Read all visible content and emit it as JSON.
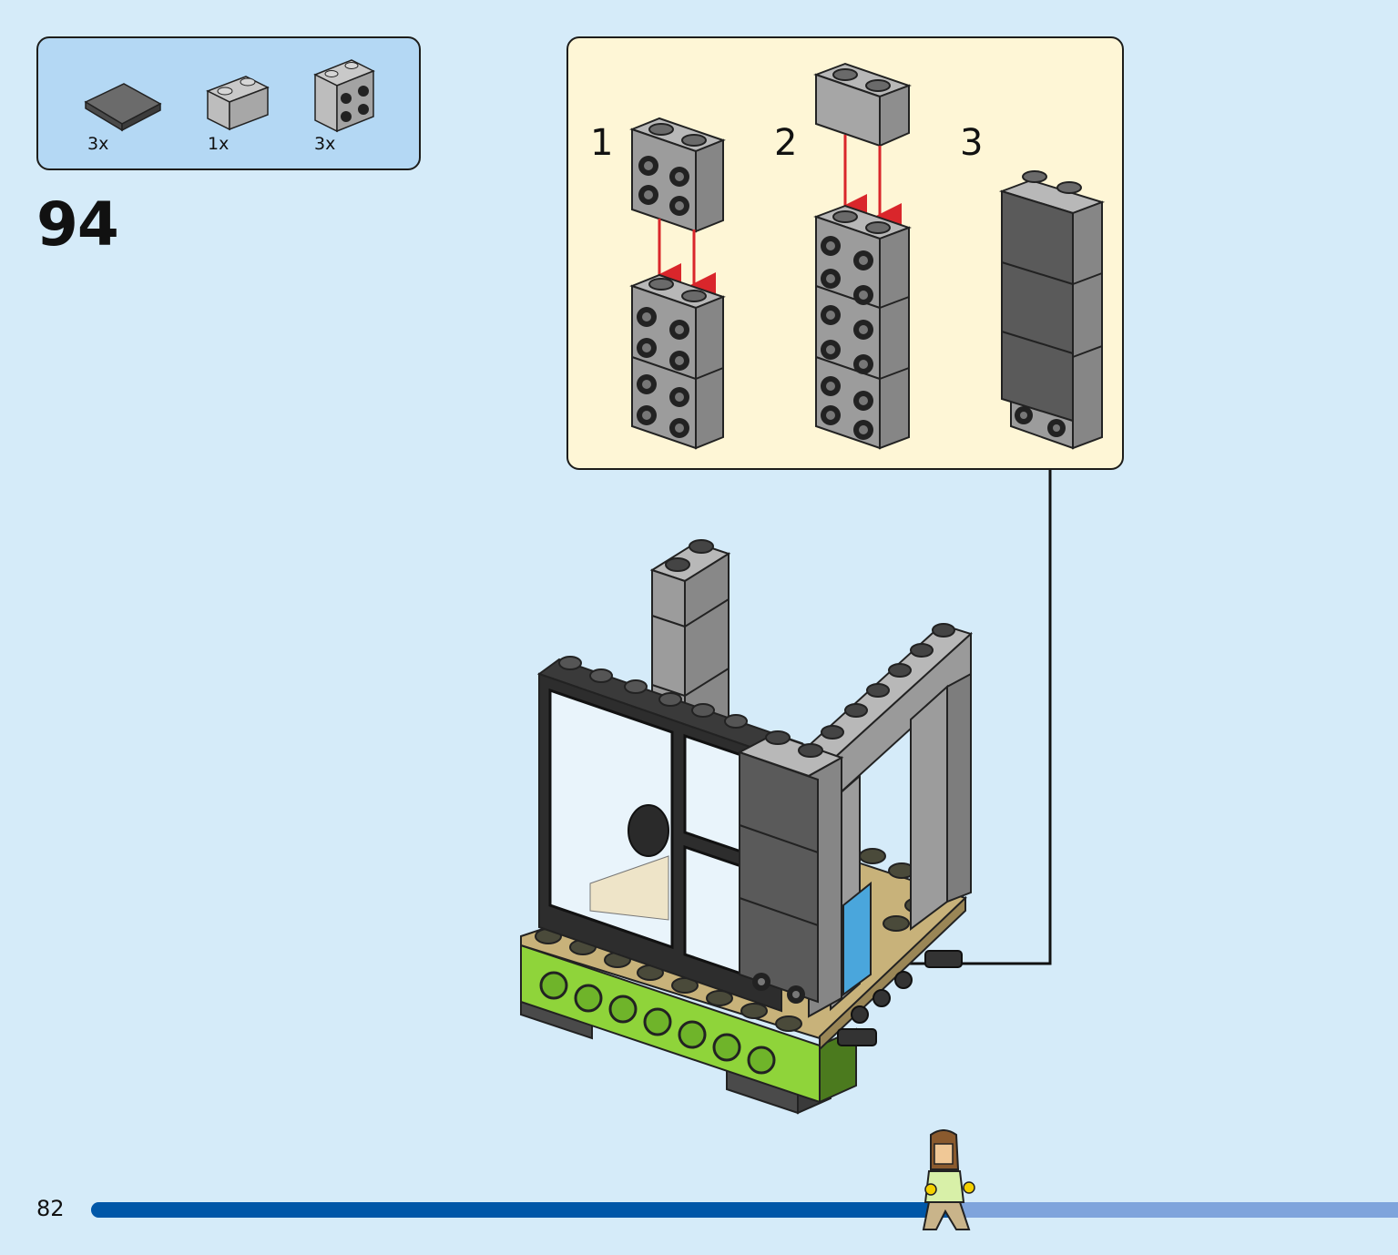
{
  "parts_list": {
    "items": [
      {
        "qty": "3x",
        "icon": "dark-grey-2x2-tile-icon"
      },
      {
        "qty": "1x",
        "icon": "grey-1x2-brick-icon"
      },
      {
        "qty": "3x",
        "icon": "grey-2x2-brick-with-side-studs-icon"
      }
    ]
  },
  "step": {
    "number": "94"
  },
  "sub_steps": [
    {
      "number": "1"
    },
    {
      "number": "2"
    },
    {
      "number": "3"
    }
  ],
  "page": {
    "number": "82"
  },
  "progress": {
    "fraction": 0.66
  },
  "colors": {
    "page_background": "#d5ebf9",
    "parts_box": "#b4d8f4",
    "sub_panel": "#fef6d6",
    "progress_fill": "#0057a8",
    "progress_track": "#7fa4dc",
    "arrow_red": "#d9262b",
    "brick_grey": "#9c9c9c",
    "dark_grey": "#5a5a5a",
    "lime": "#8fd43a",
    "tan": "#c8b27a"
  }
}
